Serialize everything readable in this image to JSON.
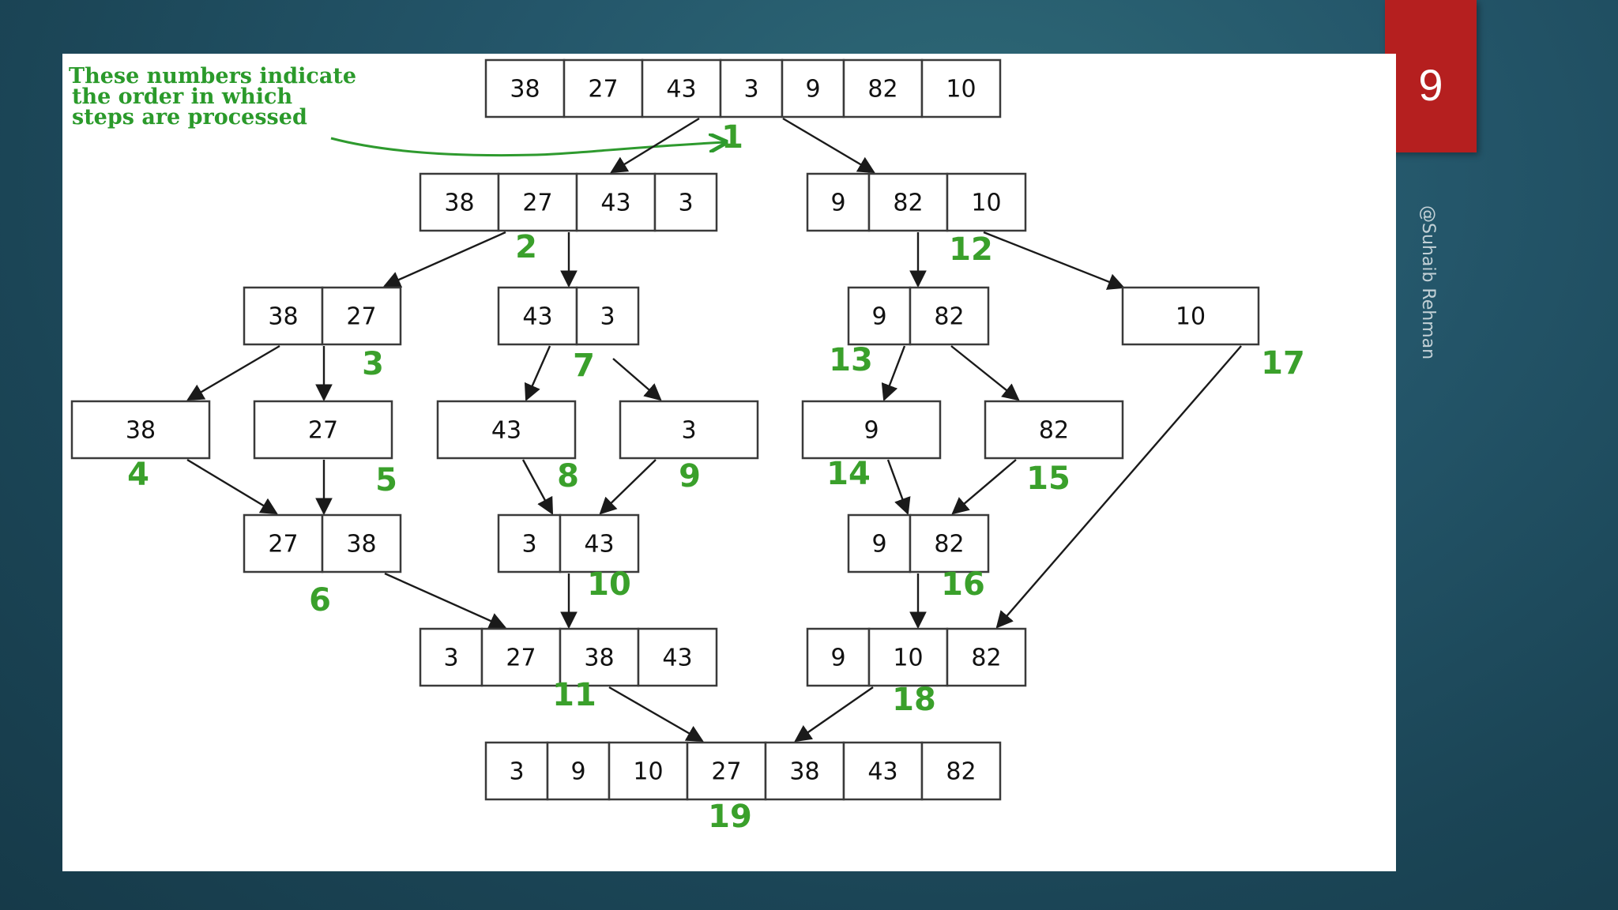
{
  "slide": {
    "number": "9",
    "watermark": "@Suhaib Rehman"
  },
  "diagram": {
    "note": [
      "These numbers indicate",
      "the order in which",
      "steps are processed"
    ],
    "nodes": [
      {
        "id": "n1",
        "values": [
          "38",
          "27",
          "43",
          "3",
          "9",
          "82",
          "10"
        ]
      },
      {
        "id": "n2",
        "values": [
          "38",
          "27",
          "43",
          "3"
        ]
      },
      {
        "id": "n12",
        "values": [
          "9",
          "82",
          "10"
        ]
      },
      {
        "id": "n3",
        "values": [
          "38",
          "27"
        ]
      },
      {
        "id": "n7",
        "values": [
          "43",
          "3"
        ]
      },
      {
        "id": "n13",
        "values": [
          "9",
          "82"
        ]
      },
      {
        "id": "n17",
        "values": [
          "10"
        ]
      },
      {
        "id": "n4",
        "values": [
          "38"
        ]
      },
      {
        "id": "n5",
        "values": [
          "27"
        ]
      },
      {
        "id": "n8",
        "values": [
          "43"
        ]
      },
      {
        "id": "n9",
        "values": [
          "3"
        ]
      },
      {
        "id": "n14",
        "values": [
          "9"
        ]
      },
      {
        "id": "n15",
        "values": [
          "82"
        ]
      },
      {
        "id": "n6",
        "values": [
          "27",
          "38"
        ]
      },
      {
        "id": "n10",
        "values": [
          "3",
          "43"
        ]
      },
      {
        "id": "n16",
        "values": [
          "9",
          "82"
        ]
      },
      {
        "id": "n11",
        "values": [
          "3",
          "27",
          "38",
          "43"
        ]
      },
      {
        "id": "n18",
        "values": [
          "9",
          "10",
          "82"
        ]
      },
      {
        "id": "n19",
        "values": [
          "3",
          "9",
          "10",
          "27",
          "38",
          "43",
          "82"
        ]
      }
    ],
    "step_labels": [
      {
        "id": "s1",
        "text": "1"
      },
      {
        "id": "s2",
        "text": "2"
      },
      {
        "id": "s3",
        "text": "3"
      },
      {
        "id": "s4",
        "text": "4"
      },
      {
        "id": "s5",
        "text": "5"
      },
      {
        "id": "s6",
        "text": "6"
      },
      {
        "id": "s7",
        "text": "7"
      },
      {
        "id": "s8",
        "text": "8"
      },
      {
        "id": "s9",
        "text": "9"
      },
      {
        "id": "s10",
        "text": "10"
      },
      {
        "id": "s11",
        "text": "11"
      },
      {
        "id": "s12",
        "text": "12"
      },
      {
        "id": "s13",
        "text": "13"
      },
      {
        "id": "s14",
        "text": "14"
      },
      {
        "id": "s15",
        "text": "15"
      },
      {
        "id": "s16",
        "text": "16"
      },
      {
        "id": "s17",
        "text": "17"
      },
      {
        "id": "s18",
        "text": "18"
      },
      {
        "id": "s19",
        "text": "19"
      }
    ],
    "colors": {
      "slide_number_tab": "#b51f1f",
      "step_label": "#3aa02b",
      "note_text": "#2b9a2b"
    }
  }
}
